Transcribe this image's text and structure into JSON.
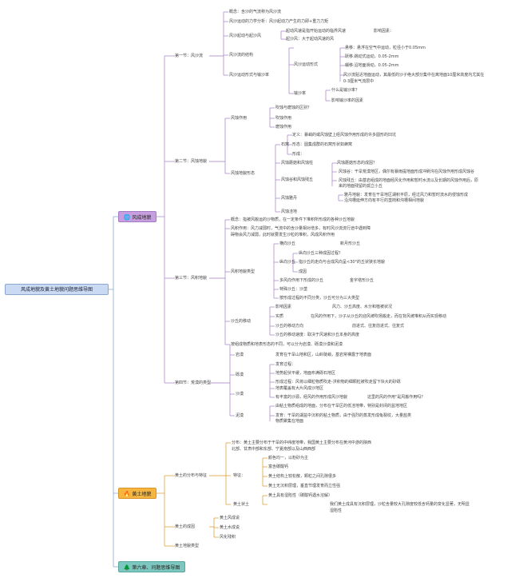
{
  "root": {
    "label": "风成地貌及黄土地貌问题思维导图"
  },
  "topics": [
    {
      "label": "风成地貌",
      "icon": "globe-icon",
      "color": "#c79fe0"
    },
    {
      "label": "黄土地貌",
      "icon": "flame-icon",
      "color": "#f5b53f"
    },
    {
      "label": "第六章、问题思维导图",
      "icon": "tree-icon",
      "color": "#7cc7bf"
    }
  ],
  "nodes": [
    {
      "text": "概念：含沙的气流称为风沙流"
    },
    {
      "text": "风沙运动的力学分析：风沙起动力产生的力即+重力力矩"
    },
    {
      "text": "起动风速是指开始运动的临界风速"
    },
    {
      "text": "影响因素："
    },
    {
      "text": "起沙风：大于起动风速的风"
    },
    {
      "text": "风沙起动与起沙风"
    },
    {
      "text": "悬移：悬浮在空气中运动，粒径小于0.05mm"
    },
    {
      "text": "跃移:跳动式运动，0.05-2mm"
    },
    {
      "text": "蠕移:沿地面滑动，0.05-2mm"
    },
    {
      "text": "风沙运动形式"
    },
    {
      "text": "风沙流的结构"
    },
    {
      "text": "风沙流贴近地面运动，其最低的沙子绝大部分集中在离地面10厘米高度内尤其在"
    },
    {
      "text": "0-3厘米气流层中"
    },
    {
      "text": "风沙运动形式与输沙率"
    },
    {
      "text": "输沙率"
    },
    {
      "text": "什么是输沙率？"
    },
    {
      "text": "影响输沙率的因素"
    },
    {
      "text": "第一节：风沙流"
    },
    {
      "text": "吹蚀与磨蚀的区别？"
    },
    {
      "text": "吹蚀作用"
    },
    {
      "text": "风蚀作用"
    },
    {
      "text": "磨蚀作用"
    },
    {
      "text": "定义：暴峭的或风蚀壁上经风蚀作用形成的许多圆形的凹坑"
    },
    {
      "text": "石窝"
    },
    {
      "text": "形态：圆集成群的石窝形状如蜂窝"
    },
    {
      "text": "形成："
    },
    {
      "text": "风蚀蘑菇和风蚀柱"
    },
    {
      "text": "风蚀蘑菇形态的成因？"
    },
    {
      "text": "风蚀地貌形态"
    },
    {
      "text": "风蚀谷：干旱荒漠地区，偶尔有暴雨提地面形成冲刷沟在风蚀作用形成风蚀谷"
    },
    {
      "text": "风蚀谷和风蚀残丘"
    },
    {
      "text": "风蚀残丘：由基岩组成的地面经风化作用和暂时水流以及长期的风蚀作用后，原"
    },
    {
      "text": "来的地面残留的孤立小丘"
    },
    {
      "text": "雅丹地貌：发育在干旱地区湖积平原，经过风力和暂时流水的侵蚀形成"
    },
    {
      "text": "风蚀雅丹"
    },
    {
      "text": "沿沟槽延伸方向有平行的垄岗和沟槽相间地貌"
    },
    {
      "text": "风蚀洼地"
    },
    {
      "text": "第二节：风蚀地貌"
    },
    {
      "text": "概念：指被风搬运的沙物质，在一定条件下堆积所形成的各种沙丘地貌"
    },
    {
      "text": "风积作用：风力减弱时，气流中的含沙量相对增多，有时风沙流流行途中遇到障"
    },
    {
      "text": "碍物会风力减弱，此时就要发生沙粒的堆积，风成风积作用"
    },
    {
      "text": "横向沙丘"
    },
    {
      "text": "新月形沙丘"
    },
    {
      "text": "纵向沙丘"
    },
    {
      "text": "纵向沙丘三种成因过程？"
    },
    {
      "text": "指沙丘的走向与合成风向呈<30°的丘状狭长地貌"
    },
    {
      "text": "成因"
    },
    {
      "text": "风积地貌类型"
    },
    {
      "text": "多风向作用下形成的沙丘"
    },
    {
      "text": "金字塔形沙丘"
    },
    {
      "text": "特殊沙丘：沙垄"
    },
    {
      "text": "按形成过程的不同分类，沙丘可分为三大类型"
    },
    {
      "text": "第三节：风积地貌"
    },
    {
      "text": "影响因素"
    },
    {
      "text": "风力、沙丘高度、水分和植被状况"
    },
    {
      "text": "沙丘的移动"
    },
    {
      "text": "实质"
    },
    {
      "text": "在风的作用下，沙子从沙丘的迎风坡吹扬搬走，而在背风坡堆积从而实现移动"
    },
    {
      "text": "沙丘的移动方向"
    },
    {
      "text": "前进式、往复前进式、往复式"
    },
    {
      "text": "沙丘的移动速度：取决于风速和沙丘本身的高度"
    },
    {
      "text": "按组成物质和地表形态的不同，可以分为岩漠、砾漠沙漠和泥漠"
    },
    {
      "text": "岩漠"
    },
    {
      "text": "发育在干旱山地和区，山岭陡峭，基岩常裸露于地表面"
    },
    {
      "text": "砾漠"
    },
    {
      "text": "发育过程："
    },
    {
      "text": "地势起伏平缓，地面布满砾石地区"
    },
    {
      "text": "形成过程：风将以细粒物质吹走-洪积物的细颗粒被吹走留下块大的砂砾"
    },
    {
      "text": "沙漠"
    },
    {
      "text": "地表覆盖有大片风成沙地区"
    },
    {
      "text": "有丰富的沙源，经风的作用形成风沙地貌"
    },
    {
      "text": "这里的风的作用\"是风搬作用吗？"
    },
    {
      "text": "泥漠"
    },
    {
      "text": "由粘土物质组成的地面，分布在干旱区的低洼地带，特别是封闭的盆地地区"
    },
    {
      "text": "发育：干旱的湖盆中沉积的粘土物质，由于强烈的蒸发形成龟裂纹，大量盐类"
    },
    {
      "text": "物质聚集在地面"
    },
    {
      "text": "第四节：荒漠的类型"
    },
    {
      "text": "分布：黄土主要分布于干旱的中纬度地带，我国黄土主要分布在黄河中游的陕西"
    },
    {
      "text": "北部、甘肃中部和东部、宁夏南部以及山西西部"
    },
    {
      "text": "黄土的分布与特征"
    },
    {
      "text": "颜色均一，以粉砂为主"
    },
    {
      "text": "特征："
    },
    {
      "text": "富含碳酸钙"
    },
    {
      "text": "黄土结构上较松散，颗粒之间孔隙很多"
    },
    {
      "text": "黄土无沉积层理，垂直节理发育而立性强"
    },
    {
      "text": "黄土状土"
    },
    {
      "text": "黄土具有湿陷性（碳酸钙遇水溶解）"
    },
    {
      "text": "我们黄土成具有沉积层理，沙粒含量较大孔隙度较低含钙量的变化显著，无明显"
    },
    {
      "text": "湿陷性"
    },
    {
      "text": "黄土的成因"
    },
    {
      "text": "黄土风成说"
    },
    {
      "text": "黄土水成说"
    },
    {
      "text": "风化残积"
    },
    {
      "text": "黄土地貌类型"
    }
  ]
}
